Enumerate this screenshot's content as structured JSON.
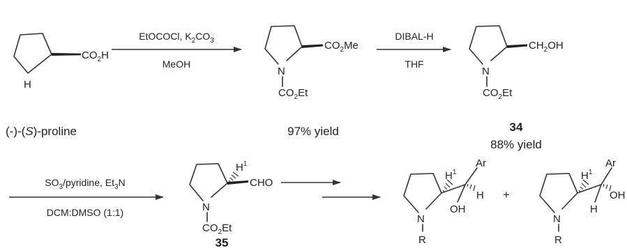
{
  "scheme": {
    "start_material": {
      "co2h": "CO",
      "co2h_sub": "2",
      "co2h_end": "H",
      "nh": "H",
      "caption": "(-)-(",
      "caption_s": "S",
      "caption_end": ")-proline"
    },
    "step1": {
      "reagent": "EtOCOCl, K",
      "reagent_sub": "2",
      "reagent_end": "CO",
      "reagent_sub2": "3",
      "solvent": "MeOH"
    },
    "ester": {
      "co2me": "CO",
      "co2me_sub": "2",
      "co2me_end": "Me",
      "n": "N",
      "co2et": "CO",
      "co2et_sub": "2",
      "co2et_end": "Et",
      "yield": "97% yield"
    },
    "step2": {
      "reagent": "DIBAL-H",
      "solvent": "THF"
    },
    "alcohol": {
      "ch2oh": "CH",
      "ch2oh_sub": "2",
      "ch2oh_end": "OH",
      "n": "N",
      "co2et": "CO",
      "co2et_sub": "2",
      "co2et_end": "Et",
      "number": "34",
      "yield": "88% yield"
    },
    "step3": {
      "reagent": "SO",
      "reagent_sub": "3",
      "reagent_end": "/pyridine, Et",
      "reagent_sub2": "3",
      "reagent_end2": "N",
      "solvent": "DCM:DMSO (1:1)"
    },
    "aldehyde": {
      "h": "H",
      "h_sup": "1",
      "cho": "CHO",
      "n": "N",
      "co2et": "CO",
      "co2et_sub": "2",
      "co2et_end": "Et",
      "number": "35"
    },
    "product_a": {
      "h1": "H",
      "h1_sup": "1",
      "ar": "Ar",
      "h": "H",
      "oh": "OH",
      "n": "N",
      "r": "R"
    },
    "plus": "+",
    "product_b": {
      "h1": "H",
      "h1_sup": "1",
      "ar": "Ar",
      "oh": "OH",
      "h": "H",
      "n": "N",
      "r": "R"
    }
  }
}
